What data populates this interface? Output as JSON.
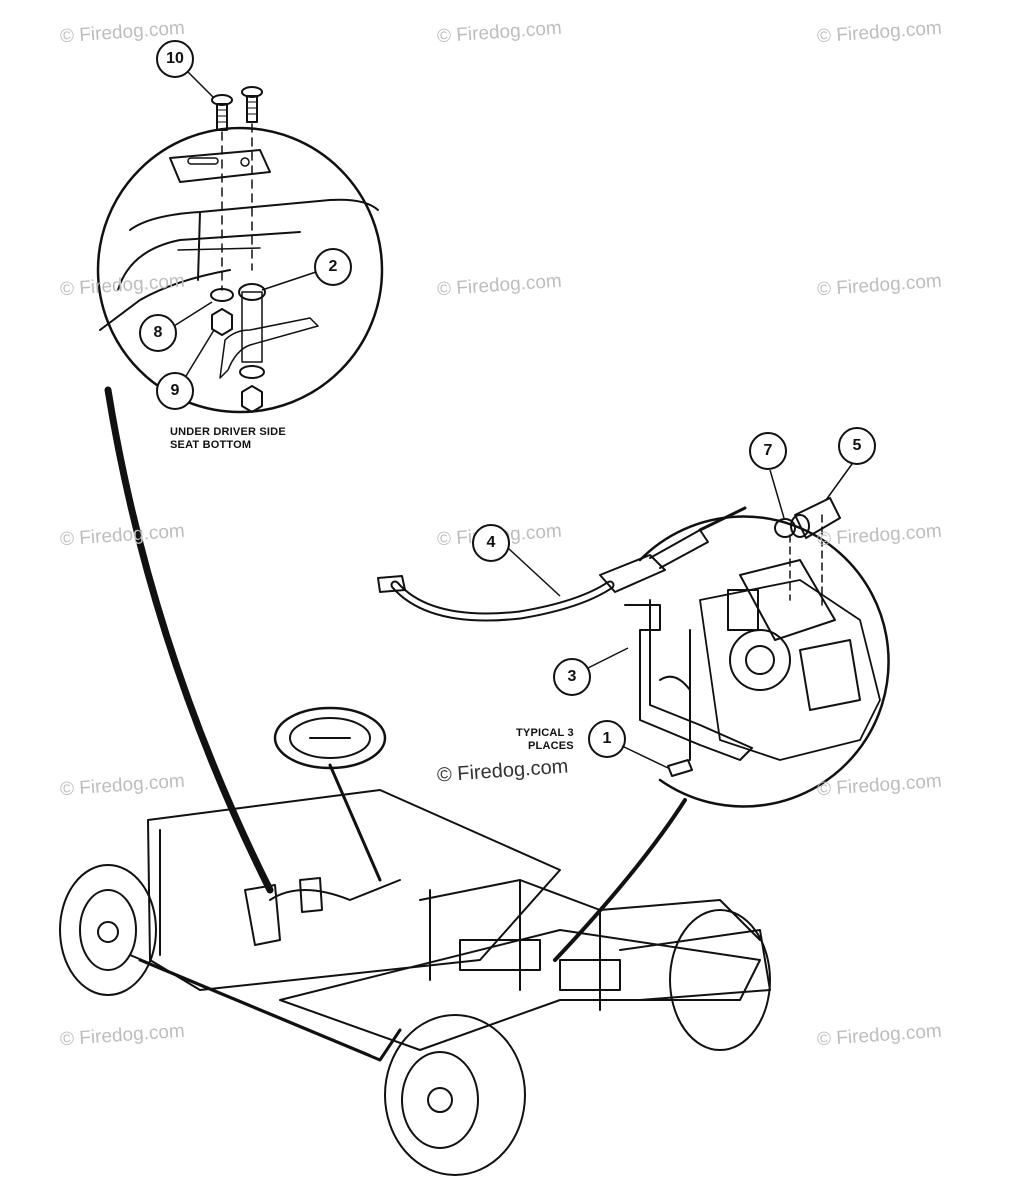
{
  "watermark": "© Firedog.com",
  "callouts": {
    "c1": "1",
    "c2": "2",
    "c3": "3",
    "c4": "4",
    "c5": "5",
    "c7": "7",
    "c8": "8",
    "c9": "9",
    "c10": "10"
  },
  "notes": {
    "under_seat_line1": "UNDER DRIVER SIDE",
    "under_seat_line2": "SEAT BOTTOM",
    "typical_line1": "TYPICAL 3",
    "typical_line2": "PLACES"
  }
}
